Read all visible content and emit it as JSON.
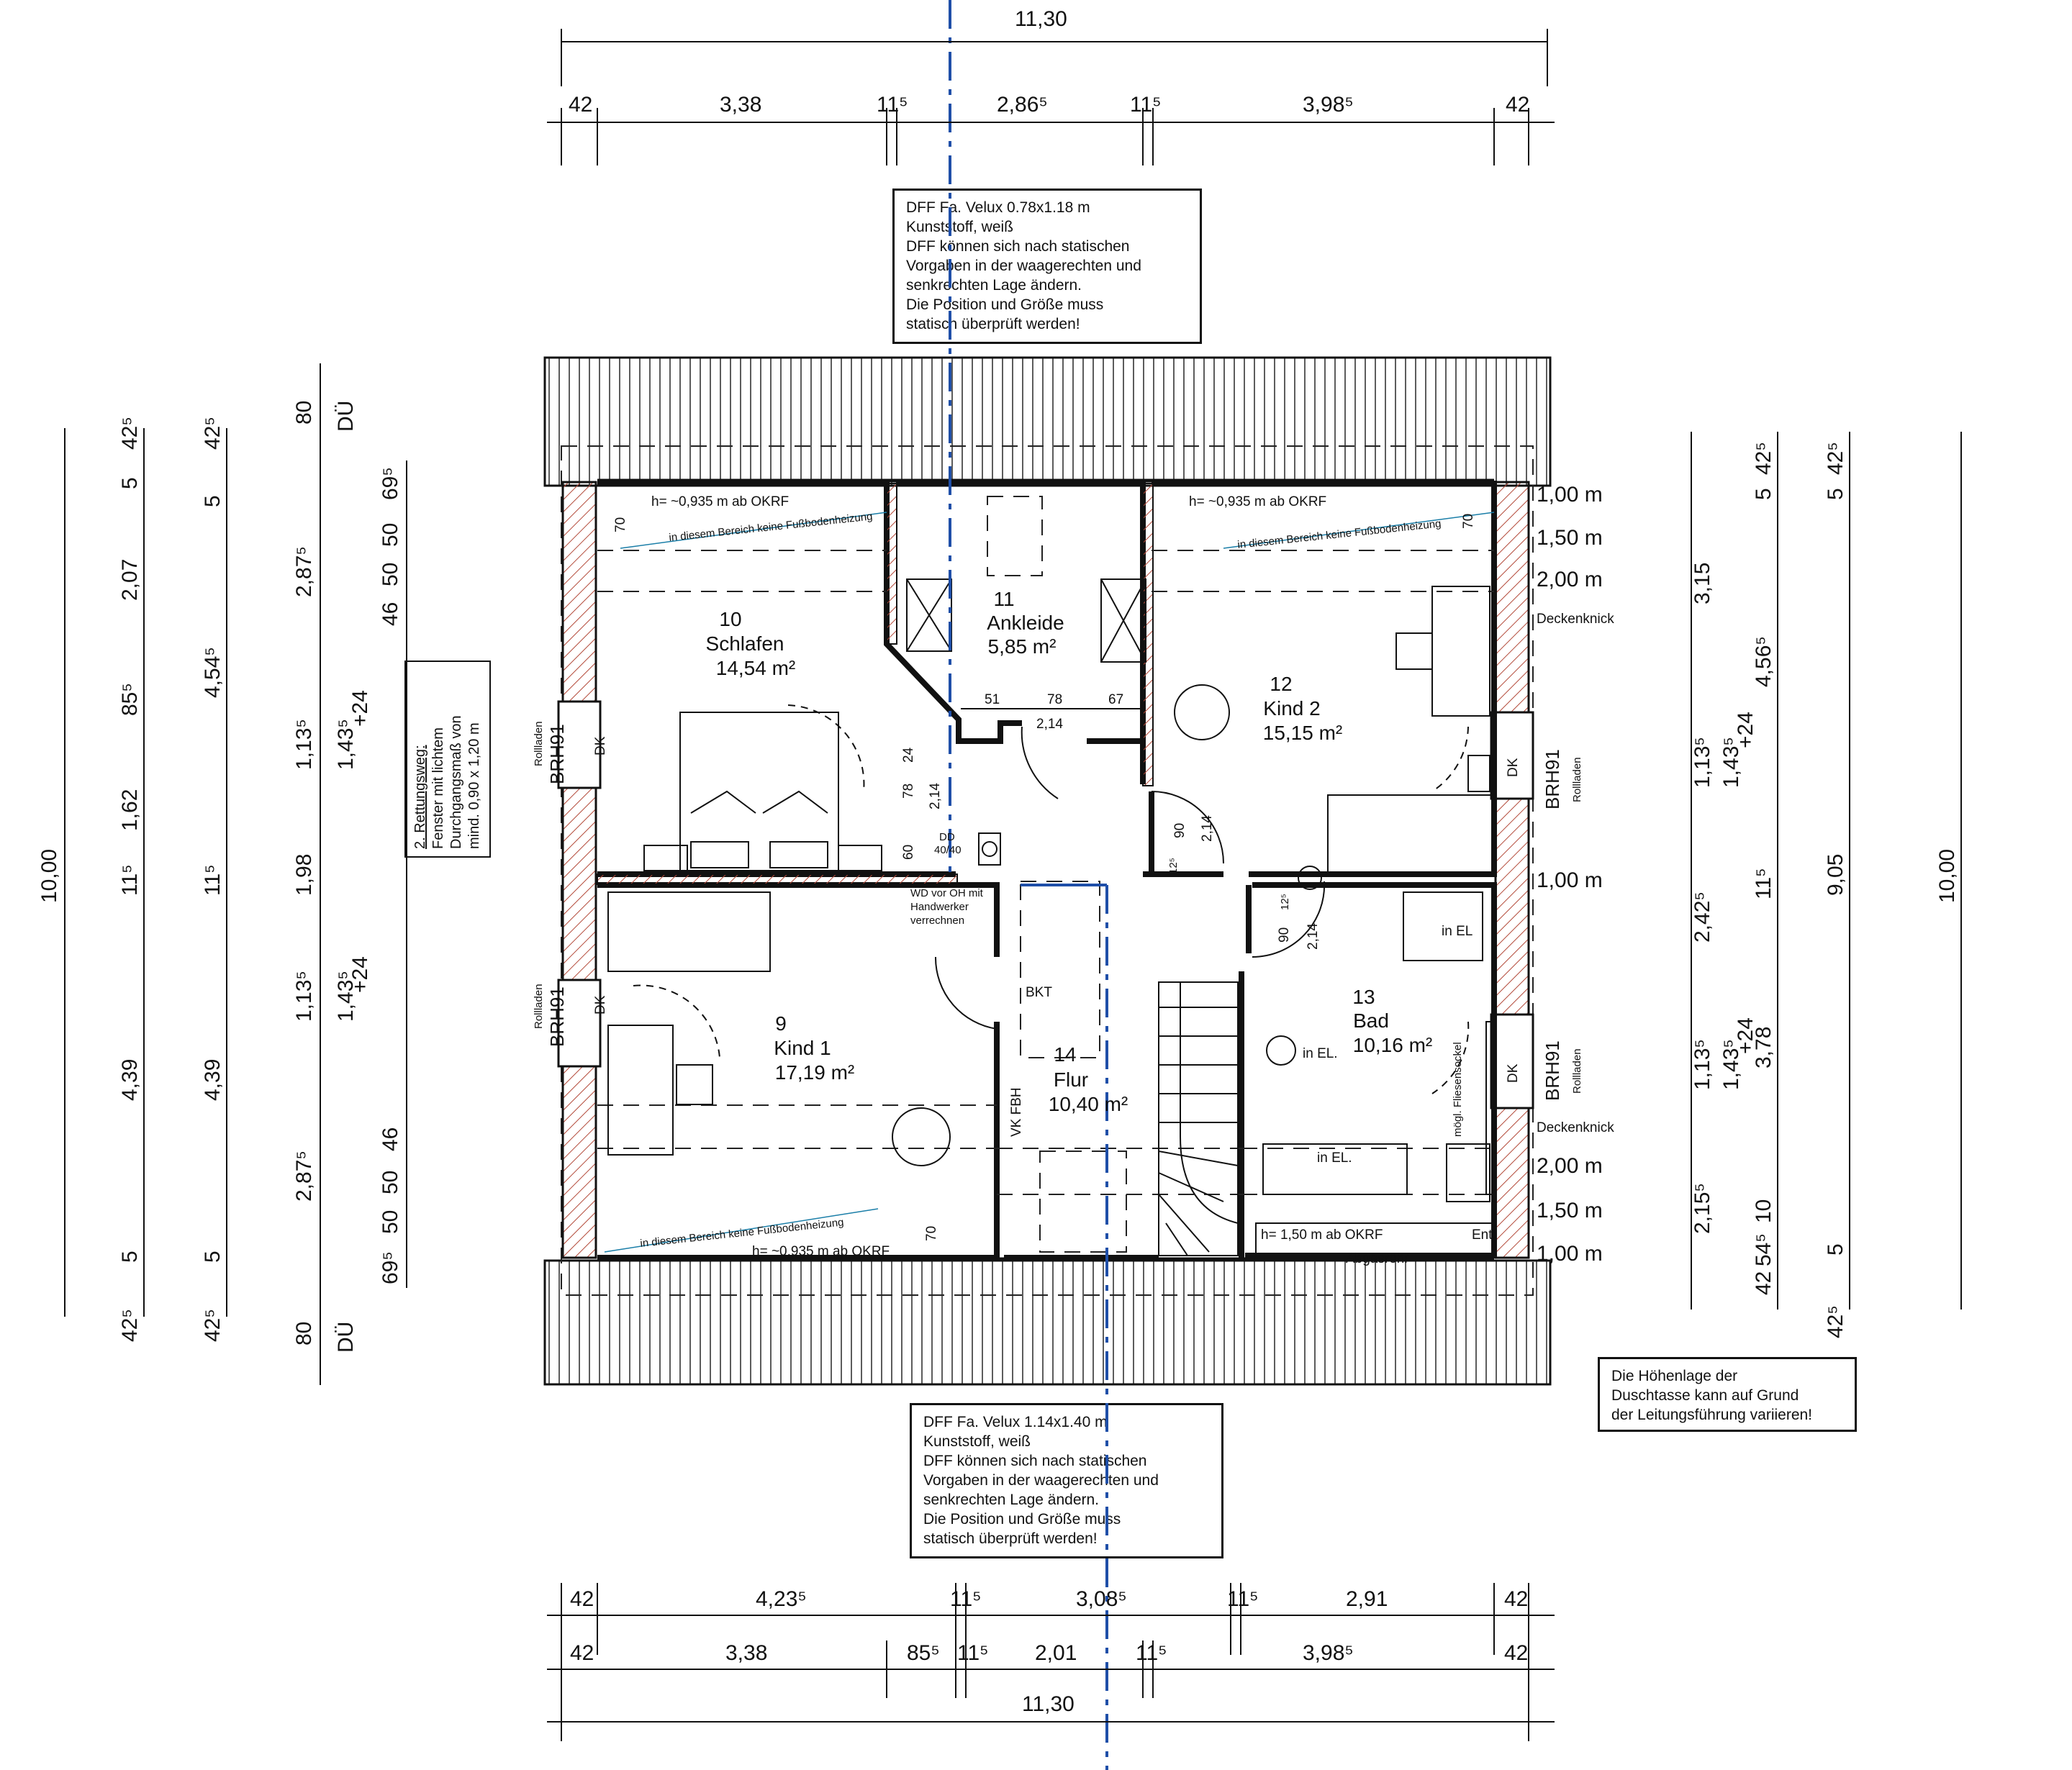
{
  "notes": {
    "top": [
      "DFF Fa. Velux 0.78x1.18 m",
      "Kunststoff, weiß",
      "DFF können sich nach statischen",
      "Vorgaben in der waagerechten und",
      "senkrechten Lage ändern.",
      "Die Position und Größe muss",
      "statisch überprüft werden!"
    ],
    "bottom": [
      "DFF Fa. Velux 1.14x1.40 m",
      "Kunststoff, weiß",
      "DFF können sich nach statischen",
      "Vorgaben in der waagerechten und",
      "senkrechten Lage ändern.",
      "Die Position und Größe muss",
      "statisch überprüft werden!"
    ],
    "shower": [
      "Die Höhenlage der",
      "Duschtasse kann auf Grund",
      "der Leitungsführung variieren!"
    ],
    "escape": [
      "2. Rettungsweg:",
      "Fenster mit lichtem",
      "Durchgangsmaß von",
      "mind. 0,90 x 1,20 m"
    ]
  },
  "rooms": [
    {
      "num": "10",
      "name": "Schlafen",
      "area": "14,54 m²"
    },
    {
      "num": "11",
      "name": "Ankleide",
      "area": "5,85 m²"
    },
    {
      "num": "12",
      "name": "Kind 2",
      "area": "15,15 m²"
    },
    {
      "num": "9",
      "name": "Kind 1",
      "area": "17,19 m²"
    },
    {
      "num": "13",
      "name": "Bad",
      "area": "10,16 m²"
    },
    {
      "num": "14",
      "name": "Flur",
      "area": "10,40 m²"
    }
  ],
  "labels": {
    "h_935": "h= ~0,935 m ab OKRF",
    "h_150": "h= 1,50 m ab OKRF",
    "no_floor_heating": "in diesem Bereich keine Fußbodenheizung",
    "brh": "BRH91",
    "rolladen": "Rollladen",
    "dk": "DK",
    "deckenknick": "Deckenknick",
    "bkt": "BKT",
    "vk_fbh": "VK FBH",
    "abgasrohr": "Abgasrohr",
    "entl": "Entl",
    "dd": "DD",
    "dd_size": "40/40",
    "wd": "WD vor OH mit",
    "handwerker": "Handwerker",
    "verrechnen": "verrechnen",
    "in_el": "in EL",
    "in_el_wc": "in EL.",
    "in_el_tub": "in EL.",
    "fliesensockel": "mögl. Fliesensockel",
    "du": "DÜ"
  },
  "dims": {
    "top_total": "11,30",
    "top_row": [
      "42",
      "3,38",
      "11⁵",
      "2,86⁵",
      "11⁵",
      "3,98⁵",
      "42"
    ],
    "bottom_row1": [
      "42",
      "4,23⁵",
      "11⁵",
      "3,08⁵",
      "11⁵",
      "2,91",
      "42"
    ],
    "bottom_row2": [
      "42",
      "3,38",
      "85⁵",
      "11⁵",
      "2,01",
      "11⁵",
      "3,98⁵",
      "42"
    ],
    "bottom_total": "11,30",
    "left_total": "10,00",
    "left_col2": [
      "42⁵",
      "5",
      "2,07",
      "85⁵",
      "1,62",
      "11⁵",
      "4,39",
      "5",
      "42⁵"
    ],
    "left_col3": [
      "42⁵",
      "5",
      "4,54⁵",
      "11⁵",
      "4,39",
      "5",
      "42⁵"
    ],
    "left_col4": [
      "80",
      "2,87⁵",
      "1,13⁵",
      "1,98",
      "1,13⁵",
      "2,87⁵",
      "80"
    ],
    "left_col5": [
      "1,43⁵",
      "+24",
      "1,43⁵",
      "+24"
    ],
    "left_col6": [
      "69⁵",
      "50",
      "50",
      "46",
      "46",
      "50",
      "50",
      "69⁵"
    ],
    "right_col1": [
      "3,15",
      "1,13⁵",
      "2,42⁵",
      "1,13⁵",
      "2,15⁵",
      "42"
    ],
    "right_col2": [
      "5",
      "42⁵",
      "4,56⁵",
      "1,43⁵",
      "+24",
      "11⁵",
      "1,43⁵",
      "+24",
      "3,78",
      "54⁵",
      "10"
    ],
    "right_col3": [
      "5",
      "42⁵",
      "9,05",
      "5",
      "42⁵"
    ],
    "right_total": "10,00",
    "right_heights": [
      "1,00 m",
      "1,50 m",
      "2,00 m",
      "1,00 m",
      "2,00 m",
      "1,50 m",
      "1,00 m"
    ],
    "inner": [
      "51",
      "78",
      "67",
      "2,14",
      "24",
      "78",
      "2,14",
      "60",
      "90",
      "2,14",
      "12⁵",
      "90",
      "12⁵",
      "2,14",
      "70",
      "70",
      "70"
    ]
  }
}
